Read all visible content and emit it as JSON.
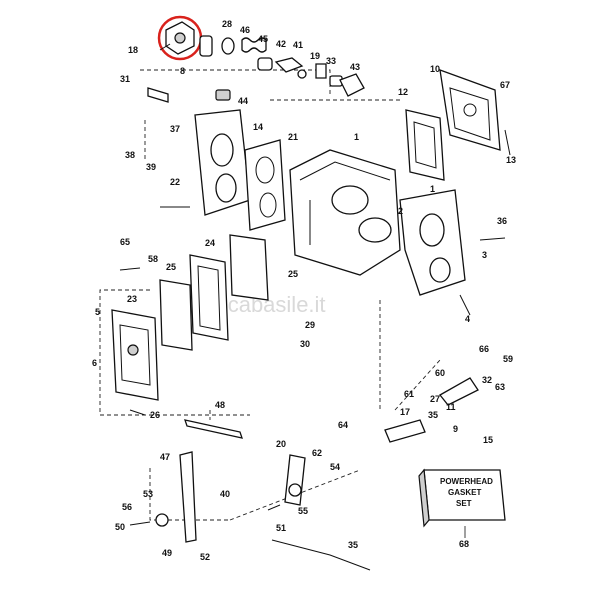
{
  "watermark": "nauticabasile.it",
  "highlight_color": "#d9221c",
  "kit_box": {
    "line1": "POWERHEAD",
    "line2": "GASKET",
    "line3": "SET",
    "ref": "68"
  },
  "labels": {
    "l1a": "1",
    "l1b": "1",
    "l2": "2",
    "l3": "3",
    "l4": "4",
    "l5": "5",
    "l6": "6",
    "l8": "8",
    "l9": "9",
    "l10": "10",
    "l11": "11",
    "l12": "12",
    "l13": "13",
    "l14": "14",
    "l15": "15",
    "l17": "17",
    "l18": "18",
    "l19": "19",
    "l20": "20",
    "l21": "21",
    "l22": "22",
    "l23": "23",
    "l24": "24",
    "l25a": "25",
    "l25b": "25",
    "l26": "26",
    "l27": "27",
    "l28": "28",
    "l29": "29",
    "l30": "30",
    "l31": "31",
    "l32": "32",
    "l33": "33",
    "l35": "35",
    "l36": "36",
    "l37": "37",
    "l38": "38",
    "l39": "39",
    "l40": "40",
    "l41": "41",
    "l42": "42",
    "l43": "43",
    "l44": "44",
    "l45": "45",
    "l46": "46",
    "l47": "47",
    "l48": "48",
    "l49": "49",
    "l50": "50",
    "l51": "51",
    "l52": "52",
    "l53": "53",
    "l54": "54",
    "l55": "55",
    "l56": "56",
    "l58": "58",
    "l59": "59",
    "l60": "60",
    "l61": "61",
    "l62": "62",
    "l63": "63",
    "l64": "64",
    "l65": "65",
    "l66": "66",
    "l67": "67"
  }
}
